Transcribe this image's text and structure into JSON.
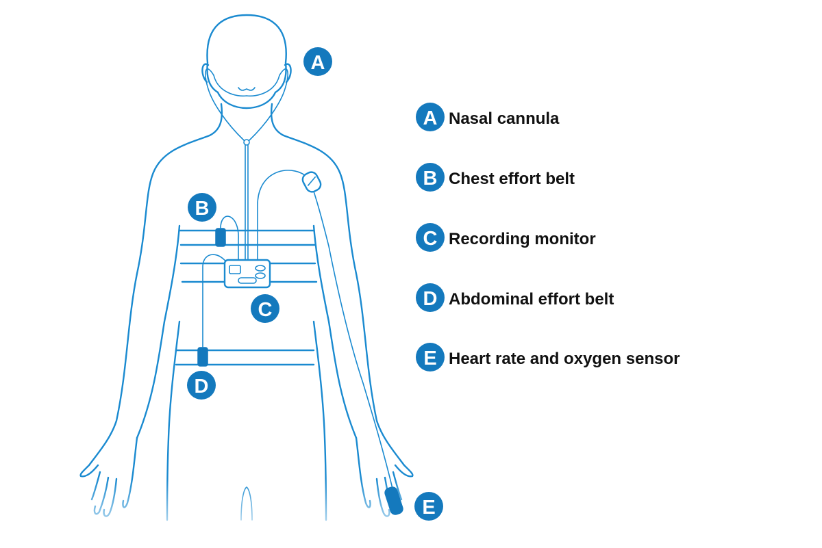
{
  "colors": {
    "line": "#1a8ad0",
    "badge": "#1479bd",
    "text": "#111111",
    "background": "#ffffff"
  },
  "callouts": {
    "a": "A",
    "b": "B",
    "c": "C",
    "d": "D",
    "e": "E"
  },
  "legend": [
    {
      "letter": "A",
      "label": "Nasal cannula"
    },
    {
      "letter": "B",
      "label": "Chest effort belt"
    },
    {
      "letter": "C",
      "label": "Recording monitor"
    },
    {
      "letter": "D",
      "label": "Abdominal effort belt"
    },
    {
      "letter": "E",
      "label": "Heart rate and oxygen sensor"
    }
  ]
}
